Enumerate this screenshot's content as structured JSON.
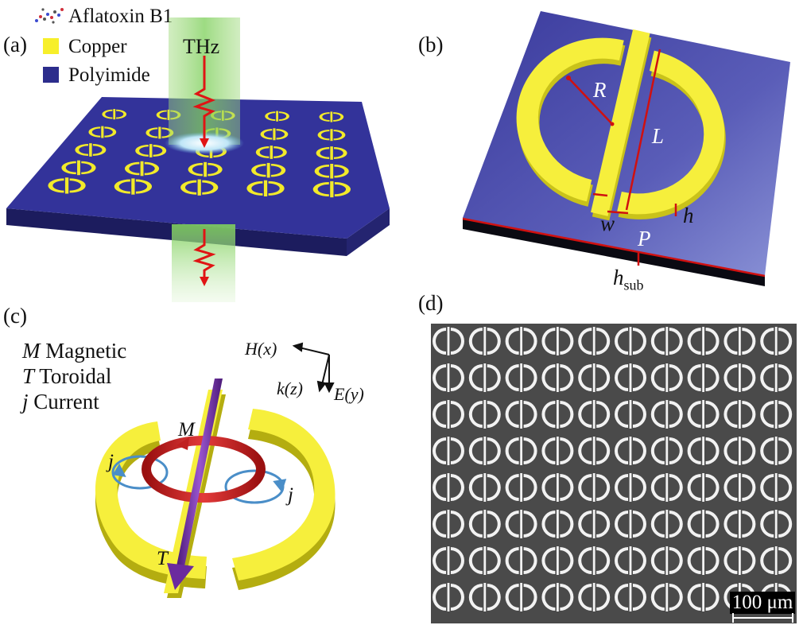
{
  "figure": {
    "panel_labels": [
      "(a)",
      "(b)",
      "(c)",
      "(d)"
    ]
  },
  "panel_a": {
    "legend": [
      {
        "name": "Aflatoxin B1",
        "icon": "molecule-icon"
      },
      {
        "name": "Copper",
        "color": "#f7ef2a"
      },
      {
        "name": "Polyimide",
        "color": "#2c2d8c"
      }
    ],
    "beam_label": "THz",
    "colors": {
      "substrate_top": "#2f2f8f",
      "beam": "#8fd56d",
      "wave": "#e01414"
    }
  },
  "panel_b": {
    "labels": {
      "R": "R",
      "L": "L",
      "w": "w",
      "h": "h",
      "P": "P",
      "hsub_main": "h",
      "hsub_sub": "sub"
    }
  },
  "panel_c": {
    "legend": [
      {
        "sym": "M",
        "text": "Magnetic"
      },
      {
        "sym": "T",
        "text": "Toroidal"
      },
      {
        "sym": "j",
        "text": "Current"
      }
    ],
    "axes": {
      "H": "H(x)",
      "k": "k(z)",
      "E": "E(y)"
    },
    "labels": {
      "M": "M",
      "T": "T",
      "j": "j"
    }
  },
  "panel_d": {
    "scale_bar": "100 μm",
    "grid": {
      "rows": 8,
      "cols": 10
    }
  }
}
